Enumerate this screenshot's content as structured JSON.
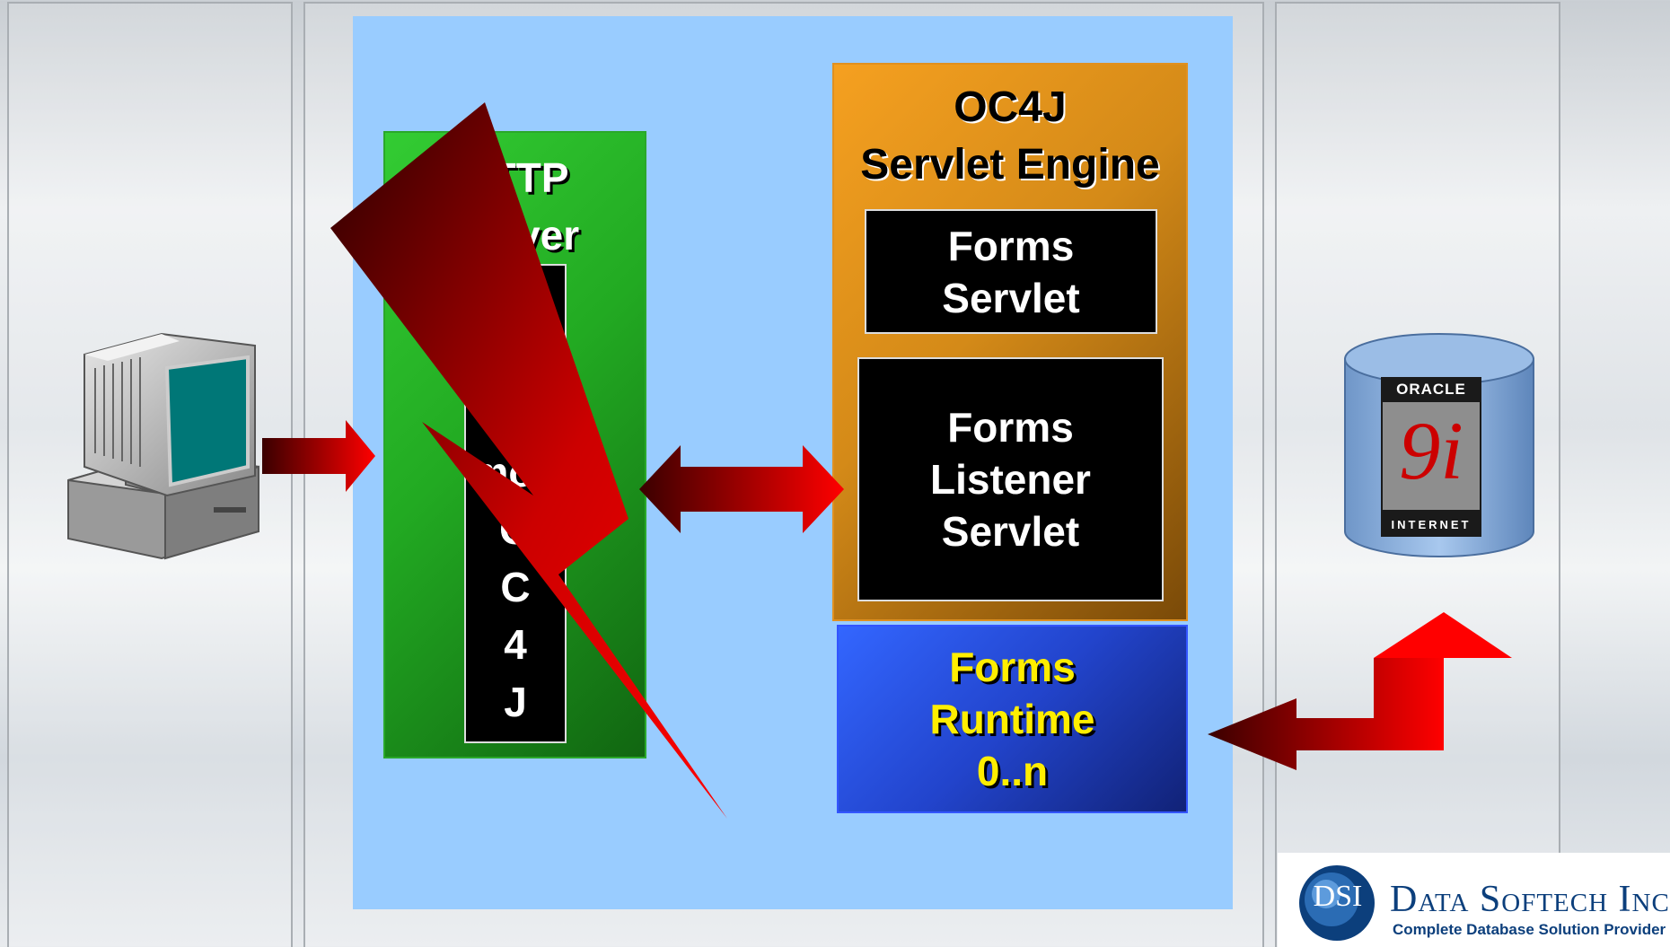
{
  "http_server": {
    "title": "HTTP\nServer"
  },
  "mod_oc4j": {
    "label": "mod\nO\nC\n4\nJ"
  },
  "oc4j": {
    "title": "OC4J\nServlet Engine"
  },
  "forms_servlet": {
    "label": "Forms\nServlet"
  },
  "forms_listener": {
    "label": "Forms\nListener\nServlet"
  },
  "forms_runtime": {
    "label": "Forms\nRuntime\n0..n"
  },
  "database": {
    "brand": "ORACLE",
    "version": "9i",
    "edition": "INTERNET"
  },
  "logo": {
    "emblem": "DSI",
    "company": "Data Softech Inc.",
    "tagline": "Complete Database Solution Provider"
  },
  "colors": {
    "arrow_red": "#ff0000",
    "arrow_dark": "#3a0000",
    "http_green": "#22aa22",
    "oc4j_orange": "#f5a020",
    "runtime_blue": "#2244cc",
    "runtime_text": "#ffee00",
    "panel_blue": "#99ccff"
  },
  "icons": {
    "client": "desktop-computer-icon",
    "database": "database-cylinder-icon",
    "failure": "lightning-bolt-icon"
  }
}
